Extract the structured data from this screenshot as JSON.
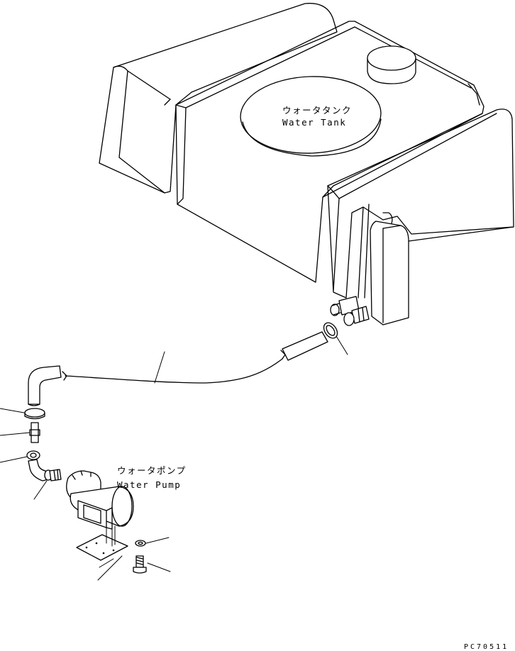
{
  "labels": {
    "tank_jp": "ウォータタンク",
    "tank_en": "Water Tank",
    "pump_jp": "ウォータポンプ",
    "pump_en": "Water Pump"
  },
  "drawing_code": "PC70511"
}
